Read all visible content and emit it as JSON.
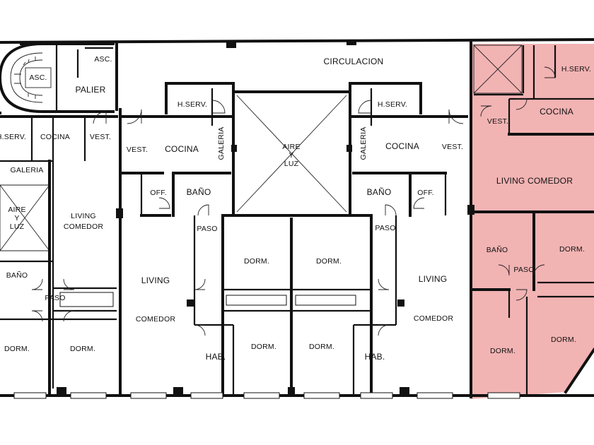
{
  "plan": {
    "highlight_color": "#f2b3b3",
    "rooms": {
      "circulacion": "CIRCULACION",
      "palier": "PALIER",
      "asc_1": "ASC.",
      "asc_2": "ASC.",
      "aire_luz_center_1": "AIRE",
      "aire_luz_center_2": "Y",
      "aire_luz_center_3": "LUZ",
      "aire_luz_left_1": "AIRE",
      "aire_luz_left_2": "Y",
      "aire_luz_left_3": "LUZ",
      "left": {
        "hserv": "H.SERV.",
        "cocina": "COCINA",
        "vest": "VEST.",
        "galeria": "GALERIA",
        "living_1": "LIVING",
        "living_2": "COMEDOR",
        "bano": "BAÑO",
        "paso": "PASO",
        "dorm_1": "DORM.",
        "dorm_2": "DORM."
      },
      "center_left": {
        "hserv": "H.SERV.",
        "galeria": "GALERIA",
        "vest": "VEST.",
        "cocina": "COCINA",
        "off": "OFF.",
        "bano": "BAÑO",
        "paso": "PASO",
        "dorm": "DORM.",
        "living": "LIVING",
        "comedor": "COMEDOR",
        "hab": "HAB.",
        "dorm_2": "DORM."
      },
      "center_right": {
        "hserv": "H.SERV.",
        "galeria": "GALERIA",
        "cocina": "COCINA",
        "vest": "VEST.",
        "bano": "BAÑO",
        "off": "OFF.",
        "paso": "PASO",
        "dorm": "DORM.",
        "living": "LIVING",
        "comedor": "COMEDOR",
        "dorm_2": "DORM.",
        "hab": "HAB."
      },
      "right": {
        "hserv": "H.SERV.",
        "vest": "VEST.",
        "cocina": "COCINA",
        "living_comedor": "LIVING COMEDOR",
        "bano": "BAÑO",
        "paso": "PASO",
        "dorm_1": "DORM.",
        "dorm_2": "DORM.",
        "dorm_3": "DORM."
      }
    }
  }
}
